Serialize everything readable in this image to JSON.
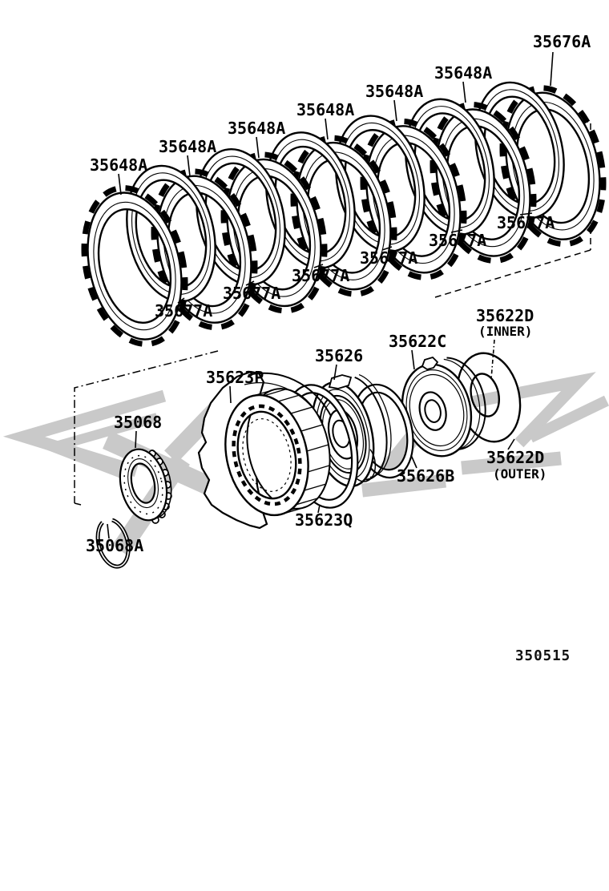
{
  "figure": {
    "code": "350515"
  },
  "parts": {
    "end_plate": "35676A",
    "brake_plate": "35648A",
    "brake_disc": "35677A",
    "gear": "35068",
    "snap_ring": "35068A",
    "one_way_clutch": "35623P",
    "clutch_race": "35623Q",
    "drum": "35626",
    "bearing_race": "35626B",
    "brake_drum": "35622C",
    "thrust_washer": "35622D",
    "inner_note": "(INNER)",
    "outer_note": "(OUTER)"
  },
  "colors": {
    "line": "#000000",
    "watermark": "#c9c9c9",
    "background": "#ffffff"
  }
}
